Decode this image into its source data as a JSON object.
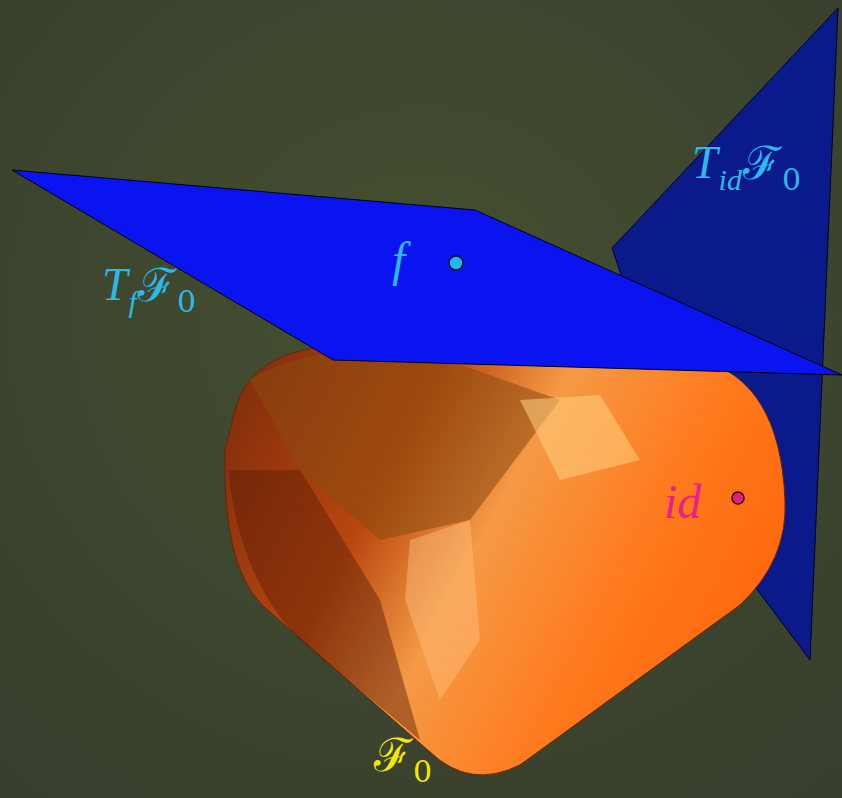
{
  "diagram": {
    "labels": [
      "T",
      "id",
      "ℱ",
      "0",
      "T",
      "f",
      "ℱ",
      "0",
      "f",
      "id",
      "ℱ",
      "0"
    ]
  }
}
